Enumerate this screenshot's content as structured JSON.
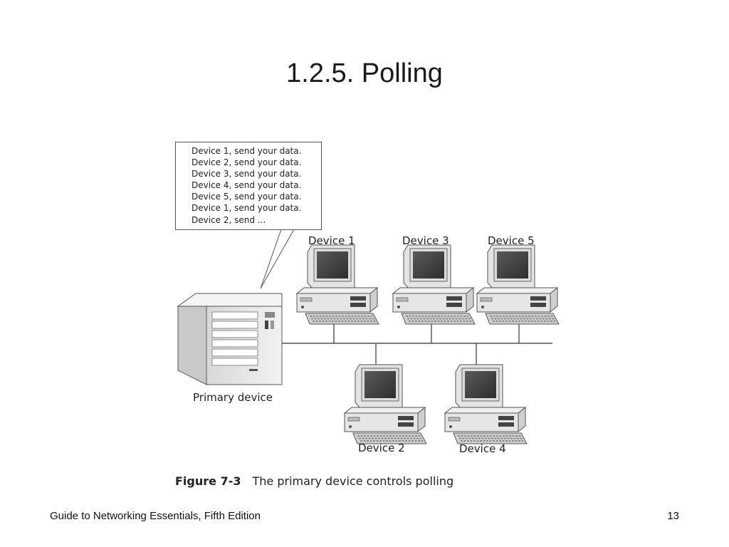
{
  "slide": {
    "title": "1.2.5. Polling",
    "footer_left": "Guide to Networking Essentials, Fifth Edition",
    "page_number": "13"
  },
  "figure": {
    "bubble_lines": [
      "Device 1, send your data.",
      "Device 2, send your data.",
      "Device 3, send your data.",
      "Device 4, send your data.",
      "Device 5, send your data.",
      "Device 1, send your data.",
      "Device 2, send ..."
    ],
    "primary_label": "Primary device",
    "devices": {
      "d1": "Device 1",
      "d2": "Device 2",
      "d3": "Device 3",
      "d4": "Device 4",
      "d5": "Device 5"
    },
    "caption_number": "Figure 7-3",
    "caption_text": "The primary device controls polling"
  }
}
